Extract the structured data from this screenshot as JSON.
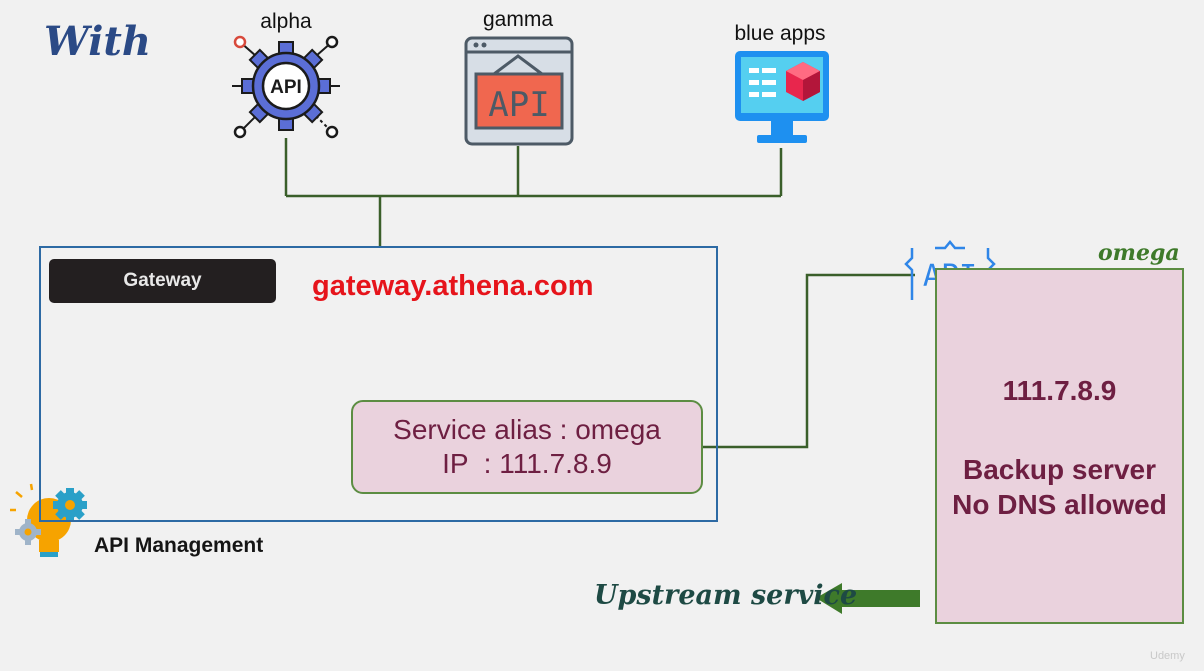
{
  "title": "With",
  "consumers": {
    "alpha": {
      "label": "alpha",
      "icon": "api-gear-icon"
    },
    "gamma": {
      "label": "gamma",
      "icon": "api-window-icon",
      "icon_text": "API"
    },
    "blue_apps": {
      "label": "blue apps",
      "icon": "monitor-cube-icon"
    }
  },
  "gateway": {
    "badge": "Gateway",
    "host": "gateway.athena.com",
    "service": {
      "alias_line": "Service alias : omega",
      "ip_line": "IP  : 111.7.8.9"
    }
  },
  "api_management": {
    "label": "API Management",
    "icon": "lightbulb-gears-icon"
  },
  "omega": {
    "label": "omega",
    "api_icon_text": "API",
    "ip": "111.7.8.9",
    "desc_line1": "Backup server",
    "desc_line2": "No DNS allowed"
  },
  "upstream": {
    "label": "Upstream service"
  },
  "watermark": "Udemy",
  "colors": {
    "connector": "#3a5f2a",
    "gateway_border": "#2d6aa4",
    "host_text": "#e6141b",
    "box_fill": "#ead2dd",
    "box_border": "#5c8d42",
    "box_text": "#6e1f42",
    "arrow": "#3e7a2a"
  }
}
